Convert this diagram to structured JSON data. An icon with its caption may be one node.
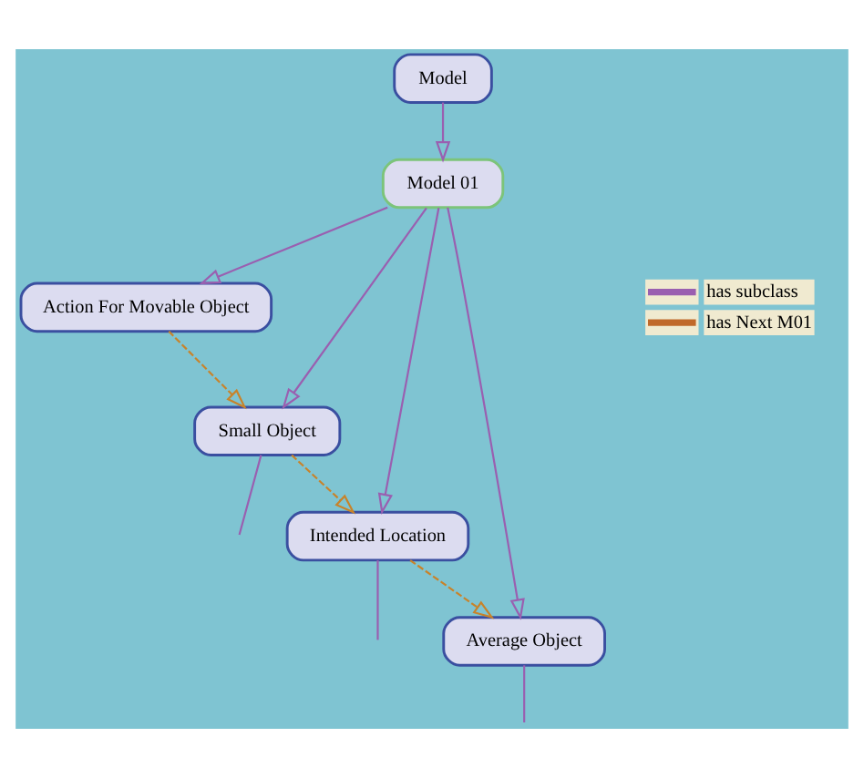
{
  "diagram": {
    "nodes": [
      {
        "text": [
          "Action For Movable Object"
        ]
      },
      {
        "text": [
          "Model"
        ]
      },
      {
        "text": [
          "Small Object"
        ]
      },
      {
        "text": [
          "Model 01"
        ]
      },
      {
        "text": [
          "Intended Location"
        ]
      },
      {
        "text": [
          "Average Object"
        ]
      }
    ],
    "edges": [
      {
        "from": 1,
        "to": 3,
        "arrow": "to"
      },
      {
        "from": 3,
        "to": 0,
        "arrow": "to"
      },
      {
        "from": 3,
        "to": 2,
        "arrow": "to"
      },
      {
        "from": 3,
        "to": 4,
        "arrow": "to"
      },
      {
        "from": 3,
        "to": 5,
        "arrow": "to"
      },
      {
        "from": 0,
        "to": 2,
        "arrow": "to",
        "style": "dashed",
        "color": "#c8832a"
      },
      {
        "from": 2,
        "to": 4,
        "arrow": "to",
        "style": "dashed",
        "color": "#c8832a"
      },
      {
        "from": 4,
        "to": 5,
        "arrow": "to",
        "style": "dashed",
        "color": "#c8832a"
      },
      {
        "from": 2,
        "to": null,
        "arrow": "none"
      },
      {
        "from": 4,
        "to": null,
        "arrow": "none"
      },
      {
        "from": 5,
        "to": null,
        "arrow": "none"
      }
    ],
    "legend": [
      {
        "text": "has subclass",
        "color": "#9a5fb0"
      },
      {
        "text": "has Next M01",
        "color": "#c0692a"
      }
    ]
  }
}
